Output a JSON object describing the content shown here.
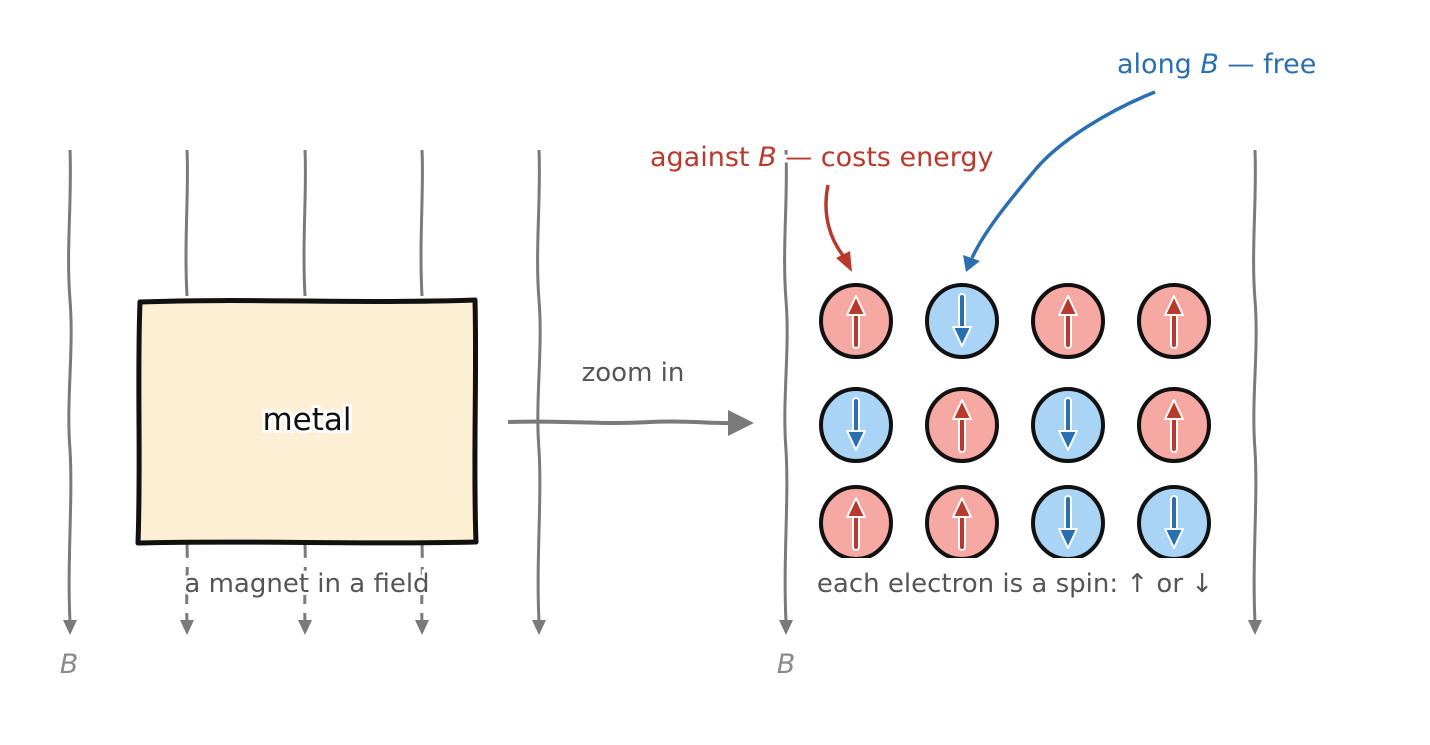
{
  "labels": {
    "metal": "metal",
    "magnet_caption": "a magnet in a field",
    "zoom": "zoom in",
    "field_left": "B",
    "field_right": "B",
    "spin_caption": "each electron is a spin:  ↑  or  ↓",
    "against_prefix": "against ",
    "against_b": "B",
    "against_suffix": " — costs energy",
    "along_prefix": "along ",
    "along_b": "B",
    "along_suffix": " — free"
  },
  "spin_grid": {
    "rows": [
      [
        "up",
        "down",
        "up",
        "up"
      ],
      [
        "down",
        "up",
        "down",
        "up"
      ],
      [
        "up",
        "up",
        "down",
        "down"
      ]
    ]
  },
  "colors": {
    "field_line": "#7a7a7a",
    "metal_fill": "#fdefd3",
    "outline": "#111111",
    "up_fill": "#f6a8a2",
    "up_arrow": "#b83a2e",
    "down_fill": "#a9d4f6",
    "down_arrow": "#2a6fb0",
    "against_text": "#b83a2e",
    "along_text": "#2a6fb0",
    "caption_text": "#555555"
  }
}
